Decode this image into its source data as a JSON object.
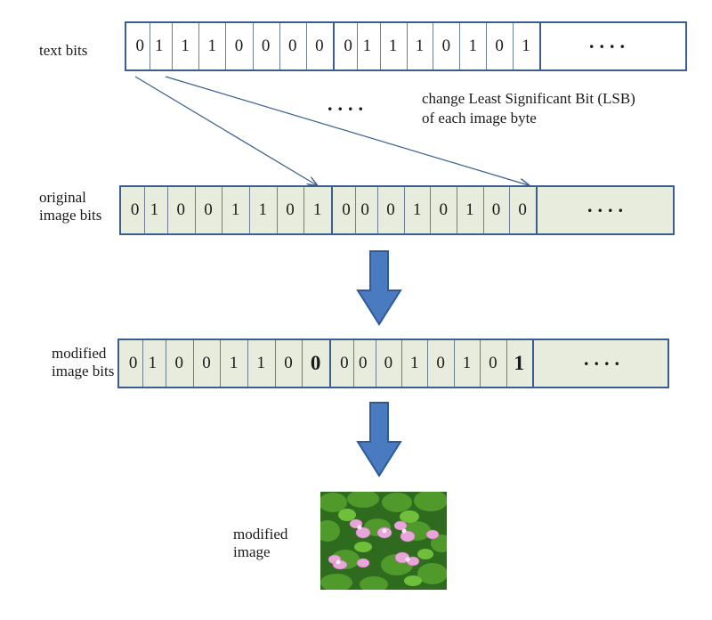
{
  "labels": {
    "text_bits": "text bits",
    "original_line1": "original",
    "original_line2": "image bits",
    "modified_line1": "modified",
    "modified_line2": "image bits",
    "modified_image_line1": "modified",
    "modified_image_line2": "image"
  },
  "annotation": {
    "line1": "change Least Significant Bit (LSB)",
    "line2": "of each image byte",
    "middle_dots": "...."
  },
  "rows": {
    "text": {
      "byte1": [
        "0",
        "1",
        "1",
        "1",
        "0",
        "0",
        "0",
        "0"
      ],
      "byte2": [
        "0",
        "1",
        "1",
        "1",
        "0",
        "1",
        "0",
        "1"
      ],
      "ellipsis": "...."
    },
    "original": {
      "byte1": [
        "0",
        "1",
        "0",
        "0",
        "1",
        "1",
        "0",
        "1"
      ],
      "byte2": [
        "0",
        "0",
        "0",
        "1",
        "0",
        "1",
        "0",
        "0"
      ],
      "ellipsis": "...."
    },
    "modified": {
      "byte1": [
        "0",
        "1",
        "0",
        "0",
        "1",
        "1",
        "0",
        "0"
      ],
      "byte2": [
        "0",
        "0",
        "0",
        "1",
        "0",
        "1",
        "0",
        "1"
      ],
      "ellipsis": "...."
    }
  },
  "colors": {
    "border": "#3a5f8f",
    "arrow_fill": "#4a7bc0",
    "row_fill": "#e8ecdc"
  }
}
